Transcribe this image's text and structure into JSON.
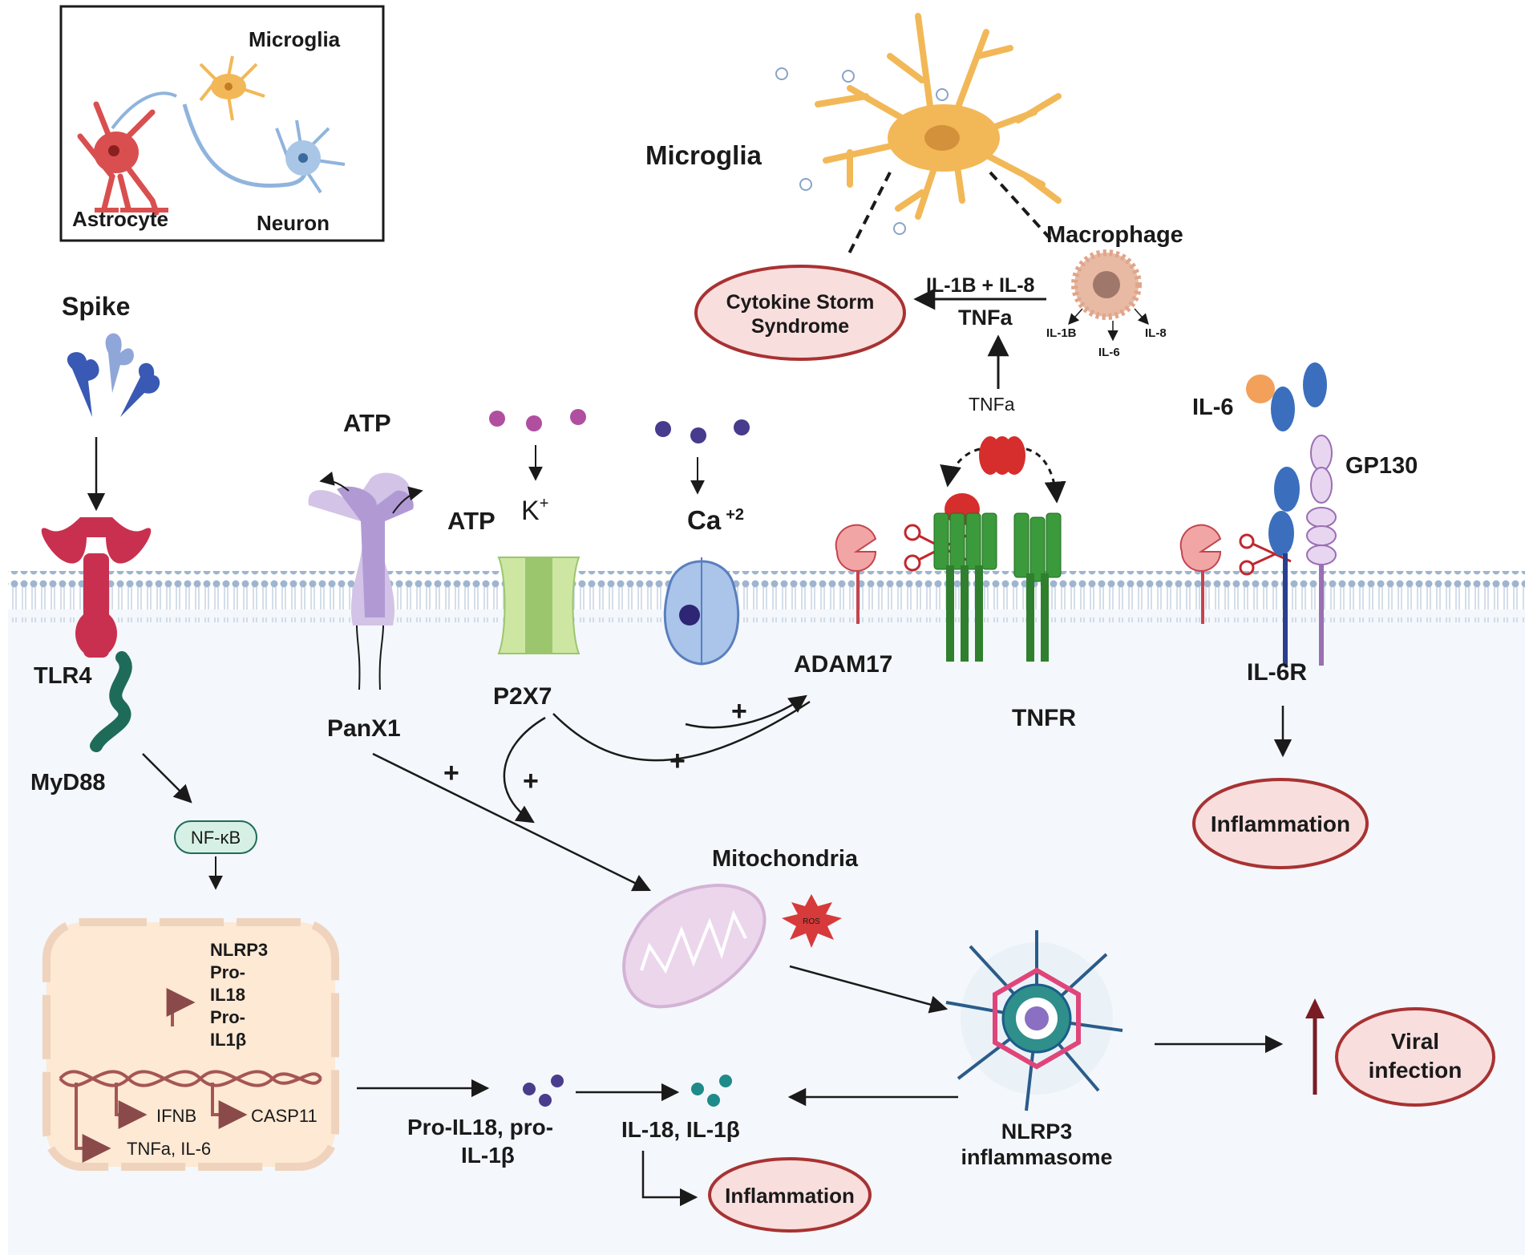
{
  "inset": {
    "microglia": "Microglia",
    "astrocyte": "Astrocyte",
    "neuron": "Neuron"
  },
  "top": {
    "microglia": "Microglia",
    "macrophage": "Macrophage",
    "cytokine_storm_line1": "Cytokine Storm",
    "cytokine_storm_line2": "Syndrome",
    "il1b_il8": "IL-1B + IL-8",
    "tnfa_big": "TNFa",
    "tnfa_small": "TNFa",
    "mac_il1b": "IL-1B",
    "mac_il6": "IL-6",
    "mac_il8": "IL-8",
    "ros": "ROS"
  },
  "receptors": {
    "spike": "Spike",
    "tlr4": "TLR4",
    "myd88": "MyD88",
    "nfkb": "NF-κB",
    "atp_top": "ATP",
    "atp_side": "ATP",
    "k_base": "K",
    "k_sup": "+",
    "ca_base": "Ca",
    "ca_sup": "+2",
    "panx1": "PanX1",
    "p2x7": "P2X7",
    "adam17": "ADAM17",
    "tnfr": "TNFR",
    "il6": "IL-6",
    "gp130": "GP130",
    "il6r": "IL-6R"
  },
  "plus": [
    "+",
    "+",
    "+",
    "+"
  ],
  "nucleus": {
    "gene_lines": [
      "NLRP3",
      "Pro-",
      "IL18",
      "Pro-",
      "IL1β"
    ],
    "ifnb": "IFNB",
    "casp11": "CASP11",
    "tnfa_il6": "TNFa,  IL-6"
  },
  "bottom": {
    "pro_il18_line1": "Pro-IL18, pro-",
    "pro_il18_line2": "IL-1β",
    "il18_il1b": "IL-18, IL-1β",
    "mitochondria": "Mitochondria",
    "nlrp3_line1": "NLRP3",
    "nlrp3_line2": "inflammasome",
    "inflammation_bottom": "Inflammation",
    "inflammation_right": "Inflammation",
    "viral_line1": "Viral",
    "viral_line2": "infection"
  },
  "colors": {
    "membrane": "#b9c9dc",
    "cytoplasm": "#f4f7fb",
    "microglia": "#f2b857",
    "astrocyte": "#d94f4f",
    "neuron": "#8fb4dd",
    "tlr4": "#c9304f",
    "ellipse_fill": "#f9dede",
    "ellipse_stroke": "#a83232",
    "nucleus": "#fde9d4",
    "dna": "#a55555"
  }
}
